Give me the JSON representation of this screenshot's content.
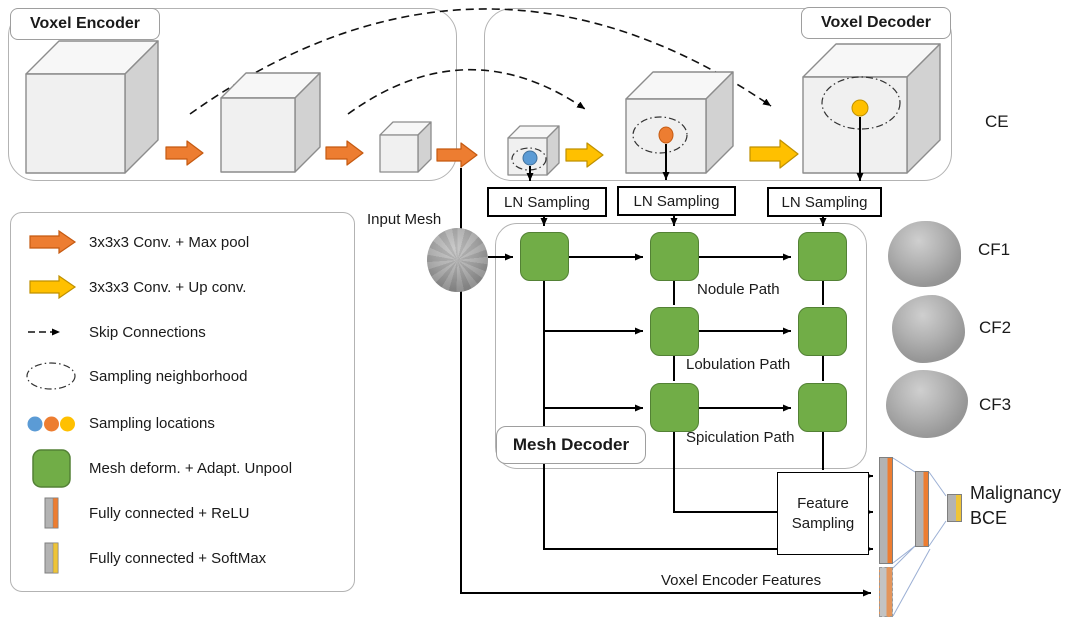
{
  "encoder": {
    "label": "Voxel Encoder"
  },
  "decoder": {
    "label": "Voxel Decoder"
  },
  "ce_label": "CE",
  "input_mesh_label": "Input Mesh",
  "ln_sampling": [
    "LN Sampling",
    "LN Sampling",
    "LN Sampling"
  ],
  "mesh_decoder": {
    "label": "Mesh Decoder",
    "nodule_path": "Nodule Path",
    "lobulation_path": "Lobulation Path",
    "spiculation_path": "Spiculation Path"
  },
  "feature_sampling_label": "Feature Sampling",
  "voxel_encoder_features_label": "Voxel Encoder Features",
  "outputs": {
    "cf1": "CF1",
    "cf2": "CF2",
    "cf3": "CF3",
    "malignancy": "Malignancy",
    "bce": "BCE"
  },
  "legend": {
    "conv_maxpool": "3x3x3 Conv. + Max pool",
    "conv_upconv": "3x3x3 Conv. + Up conv.",
    "skip": "Skip Connections",
    "neighborhood": "Sampling neighborhood",
    "locations": "Sampling locations",
    "mesh_deform": "Mesh deform. + Adapt. Unpool",
    "fc_relu": "Fully connected + ReLU",
    "fc_softmax": "Fully connected + SoftMax"
  },
  "colors": {
    "conv_orange": "#ED7D31",
    "upconv_yellow": "#FFC000",
    "block_green": "#70AD47",
    "sample_blue": "#5B9BD5",
    "bar_gray": "#B3B3B3"
  }
}
